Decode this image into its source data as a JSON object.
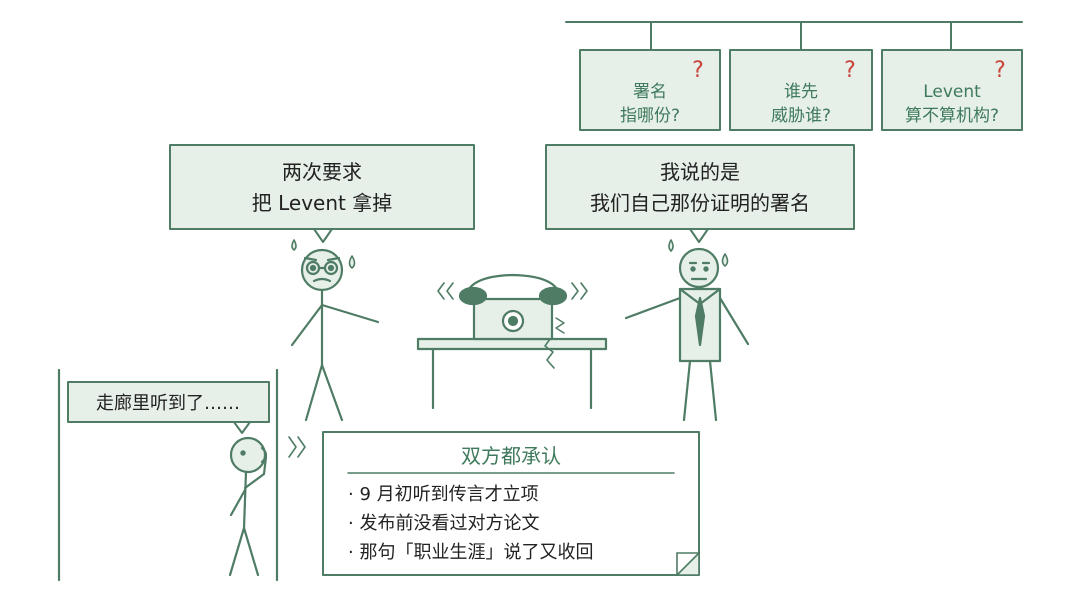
{
  "colors": {
    "line": "#4f7c64",
    "fill": "#e6efe8",
    "text": "#222222",
    "accent_text": "#3f7a5c",
    "question": "#c8453a",
    "white": "#ffffff"
  },
  "questions": [
    {
      "line1": "署名",
      "line2": "指哪份?",
      "mark": "?"
    },
    {
      "line1": "谁先",
      "line2": "威胁谁?",
      "mark": "?"
    },
    {
      "line1": "Levent",
      "line2": "算不算机构?",
      "mark": "?"
    }
  ],
  "speech_left": {
    "line1": "两次要求",
    "line2": "把 Levent 拿掉"
  },
  "speech_right": {
    "line1": "我说的是",
    "line2": "我们自己那份证明的署名"
  },
  "speech_eavesdrop": {
    "text": "走廊里听到了……"
  },
  "agreement": {
    "title": "双方都承认",
    "items": [
      "· 9 月初听到传言才立项",
      "· 发布前没看过对方论文",
      "· 那句「职业生涯」说了又收回"
    ]
  },
  "icons": {
    "sweat": "sweat-drop-icon",
    "vibration": "vibration-marks-icon",
    "crack": "crack-icon",
    "listening": "sound-wave-icon"
  }
}
